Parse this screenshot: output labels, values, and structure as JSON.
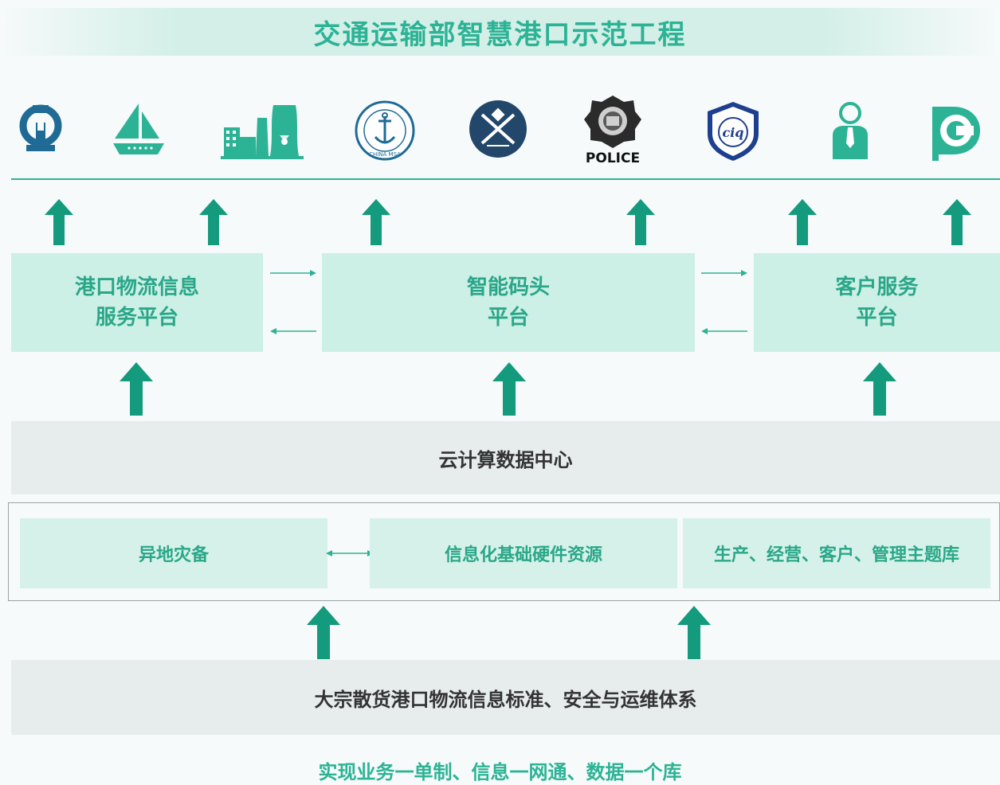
{
  "title": "交通运输部智慧港口示范工程",
  "icons": [
    {
      "name": "railway-icon"
    },
    {
      "name": "sailboat-icon"
    },
    {
      "name": "industry-icon"
    },
    {
      "name": "china-msa-icon",
      "caption": "CHINA MSA"
    },
    {
      "name": "china-customs-icon"
    },
    {
      "name": "police-badge-icon",
      "caption": "POLICE"
    },
    {
      "name": "ciq-icon",
      "caption": "ciq"
    },
    {
      "name": "person-icon"
    },
    {
      "name": "port-logo-icon"
    }
  ],
  "platforms": {
    "left": {
      "line1": "港口物流信息",
      "line2": "服务平台"
    },
    "middle": {
      "line1": "智能码头",
      "line2": "平台"
    },
    "right": {
      "line1": "客户服务",
      "line2": "平台"
    }
  },
  "cloud": "云计算数据中心",
  "resources": {
    "disaster": "异地灾备",
    "hardware": "信息化基础硬件资源",
    "themes": "生产、经营、客户、管理主题库"
  },
  "standards": "大宗散货港口物流信息标准、安全与运维体系",
  "footer": "实现业务一单制、信息一网通、数据一个库",
  "colors": {
    "accent": "#2cb395",
    "arrow": "#149a7c",
    "platform_bg": "#ccefe6",
    "gray_bar": "#e7edec"
  }
}
